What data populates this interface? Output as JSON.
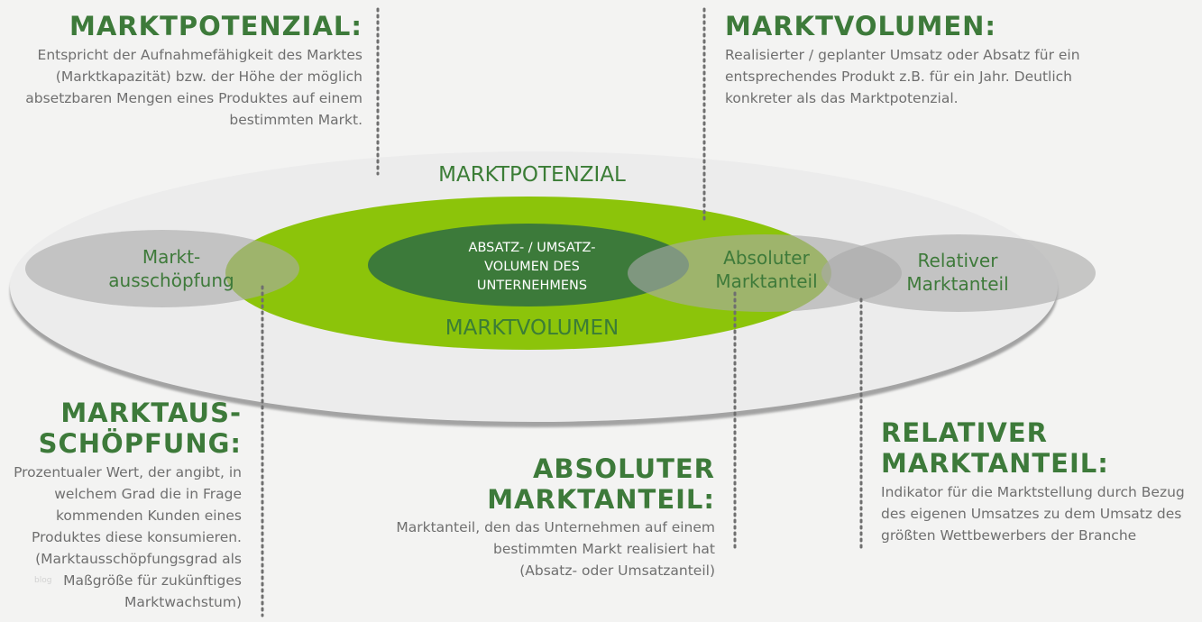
{
  "sections": {
    "marktpotenzial": {
      "title": "MARKTPOTENZIAL:",
      "lines": [
        "Entspricht der Aufnahmefähigkeit des Marktes",
        "(Marktkapazität) bzw. der Höhe der möglich",
        "absetzbaren Mengen eines Produktes auf einem",
        "bestimmten Markt."
      ]
    },
    "marktvolumen": {
      "title": "MARKTVOLUMEN:",
      "lines": [
        "Realisierter / geplanter Umsatz oder Absatz für ein",
        "entsprechendes Produkt z.B. für ein Jahr. Deutlich",
        "konkreter als das Marktpotenzial."
      ]
    },
    "marktausschoepfung": {
      "title_lines": [
        "MARKTAUS-",
        "SCHÖPFUNG:"
      ],
      "lines": [
        "Prozentualer Wert, der angibt, in",
        "welchem Grad die in Frage",
        "kommenden Kunden eines",
        "Produktes diese konsumieren.",
        "(Marktausschöpfungsgrad als",
        "Maßgröße für zukünftiges",
        "Marktwachstum)"
      ]
    },
    "absoluter_marktanteil": {
      "title": "ABSOLUTER MARKTANTEIL:",
      "lines": [
        "Marktanteil, den das Unternehmen auf einem",
        "bestimmten Markt realisiert hat",
        "(Absatz- oder Umsatzanteil)"
      ]
    },
    "relativer_marktanteil": {
      "title_lines": [
        "RELATIVER",
        "MARKTANTEIL:"
      ],
      "lines": [
        "Indikator für die Marktstellung durch Bezug",
        "des eigenen Umsatzes zu dem Umsatz des",
        "größten Wettbewerbers der Branche"
      ]
    }
  },
  "diagram": {
    "outer_label": "MARKTPOTENZIAL",
    "volume_label": "MARKTVOLUMEN",
    "core_lines": [
      "ABSATZ- / UMSATZ-",
      "VOLUMEN DES",
      "UNTERNEHMENS"
    ],
    "ausschoepfung_lines": [
      "Markt-",
      "ausschöpfung"
    ],
    "absolut_lines": [
      "Absoluter",
      "Marktanteil"
    ],
    "relativ_lines": [
      "Relativer",
      "Marktanteil"
    ]
  },
  "watermark": "blog",
  "colors": {
    "heading_green": "#3d7a3a",
    "volume_green": "#8cc40a",
    "core_green": "#3c7a3a",
    "grey_ellipse": "#a9a9a9",
    "text_grey": "#6f6f6f"
  }
}
